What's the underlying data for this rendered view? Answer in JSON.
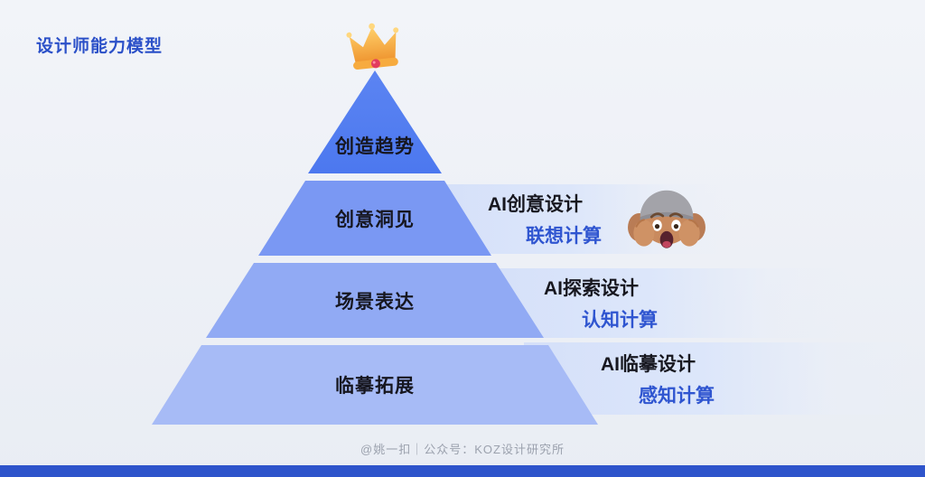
{
  "title": "设计师能力模型",
  "pyramid": {
    "layers": [
      {
        "label": "创造趋势",
        "color": "#4C78EF"
      },
      {
        "label": "创意洞见",
        "color": "#7A98F3"
      },
      {
        "label": "场景表达",
        "color": "#91AAF4"
      },
      {
        "label": "临摹拓展",
        "color": "#A7BBF6"
      }
    ]
  },
  "callouts": [
    {
      "title": "AI创意设计",
      "subtitle": "联想计算"
    },
    {
      "title": "AI探索设计",
      "subtitle": "认知计算"
    },
    {
      "title": "AI临摹设计",
      "subtitle": "感知计算"
    }
  ],
  "icons": {
    "crown": "crown-icon",
    "face": "shocked-face-icon"
  },
  "footer": {
    "credit": "@姚一扣｜公众号：KOZ设计研究所"
  },
  "colors": {
    "title_text": "#2B50C8",
    "layer_top": "#4C78EF",
    "layer_2": "#7A98F3",
    "layer_3": "#91AAF4",
    "layer_4": "#A7BBF6",
    "callout_bg": "#D9E3FA",
    "callout_title_text": "#17171F",
    "accent_text": "#2F55D0",
    "bottom_bar": "#2E54CB",
    "background": "#EDF0F6"
  }
}
